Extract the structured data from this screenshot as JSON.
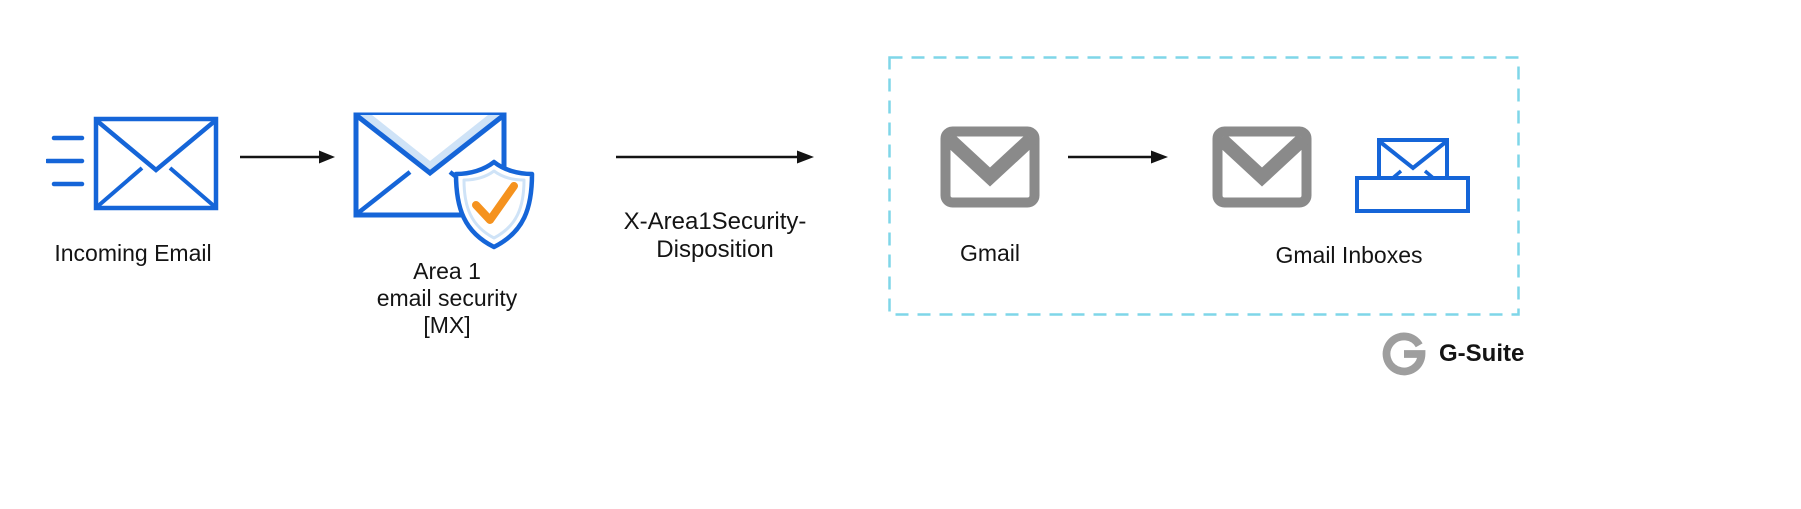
{
  "nodes": {
    "incoming": {
      "label": "Incoming Email"
    },
    "area1": {
      "lines": [
        "Area 1",
        "email security",
        "[MX]"
      ]
    },
    "gmail": {
      "label": "Gmail"
    },
    "gmail_inboxes": {
      "label": "Gmail Inboxes"
    }
  },
  "edges": {
    "disposition_label": "X-Area1Security-Disposition"
  },
  "footer": {
    "brand": "G-Suite"
  },
  "colors": {
    "envelope_blue": "#1565d8",
    "light_blue": "#cfe3f7",
    "check_orange": "#f5921e",
    "gmail_gray": "#8a8a8a",
    "arrow_black": "#141414",
    "dashed_cyan": "#7fd6e8",
    "gsuite_gray": "#9e9e9e",
    "text": "#141414"
  }
}
